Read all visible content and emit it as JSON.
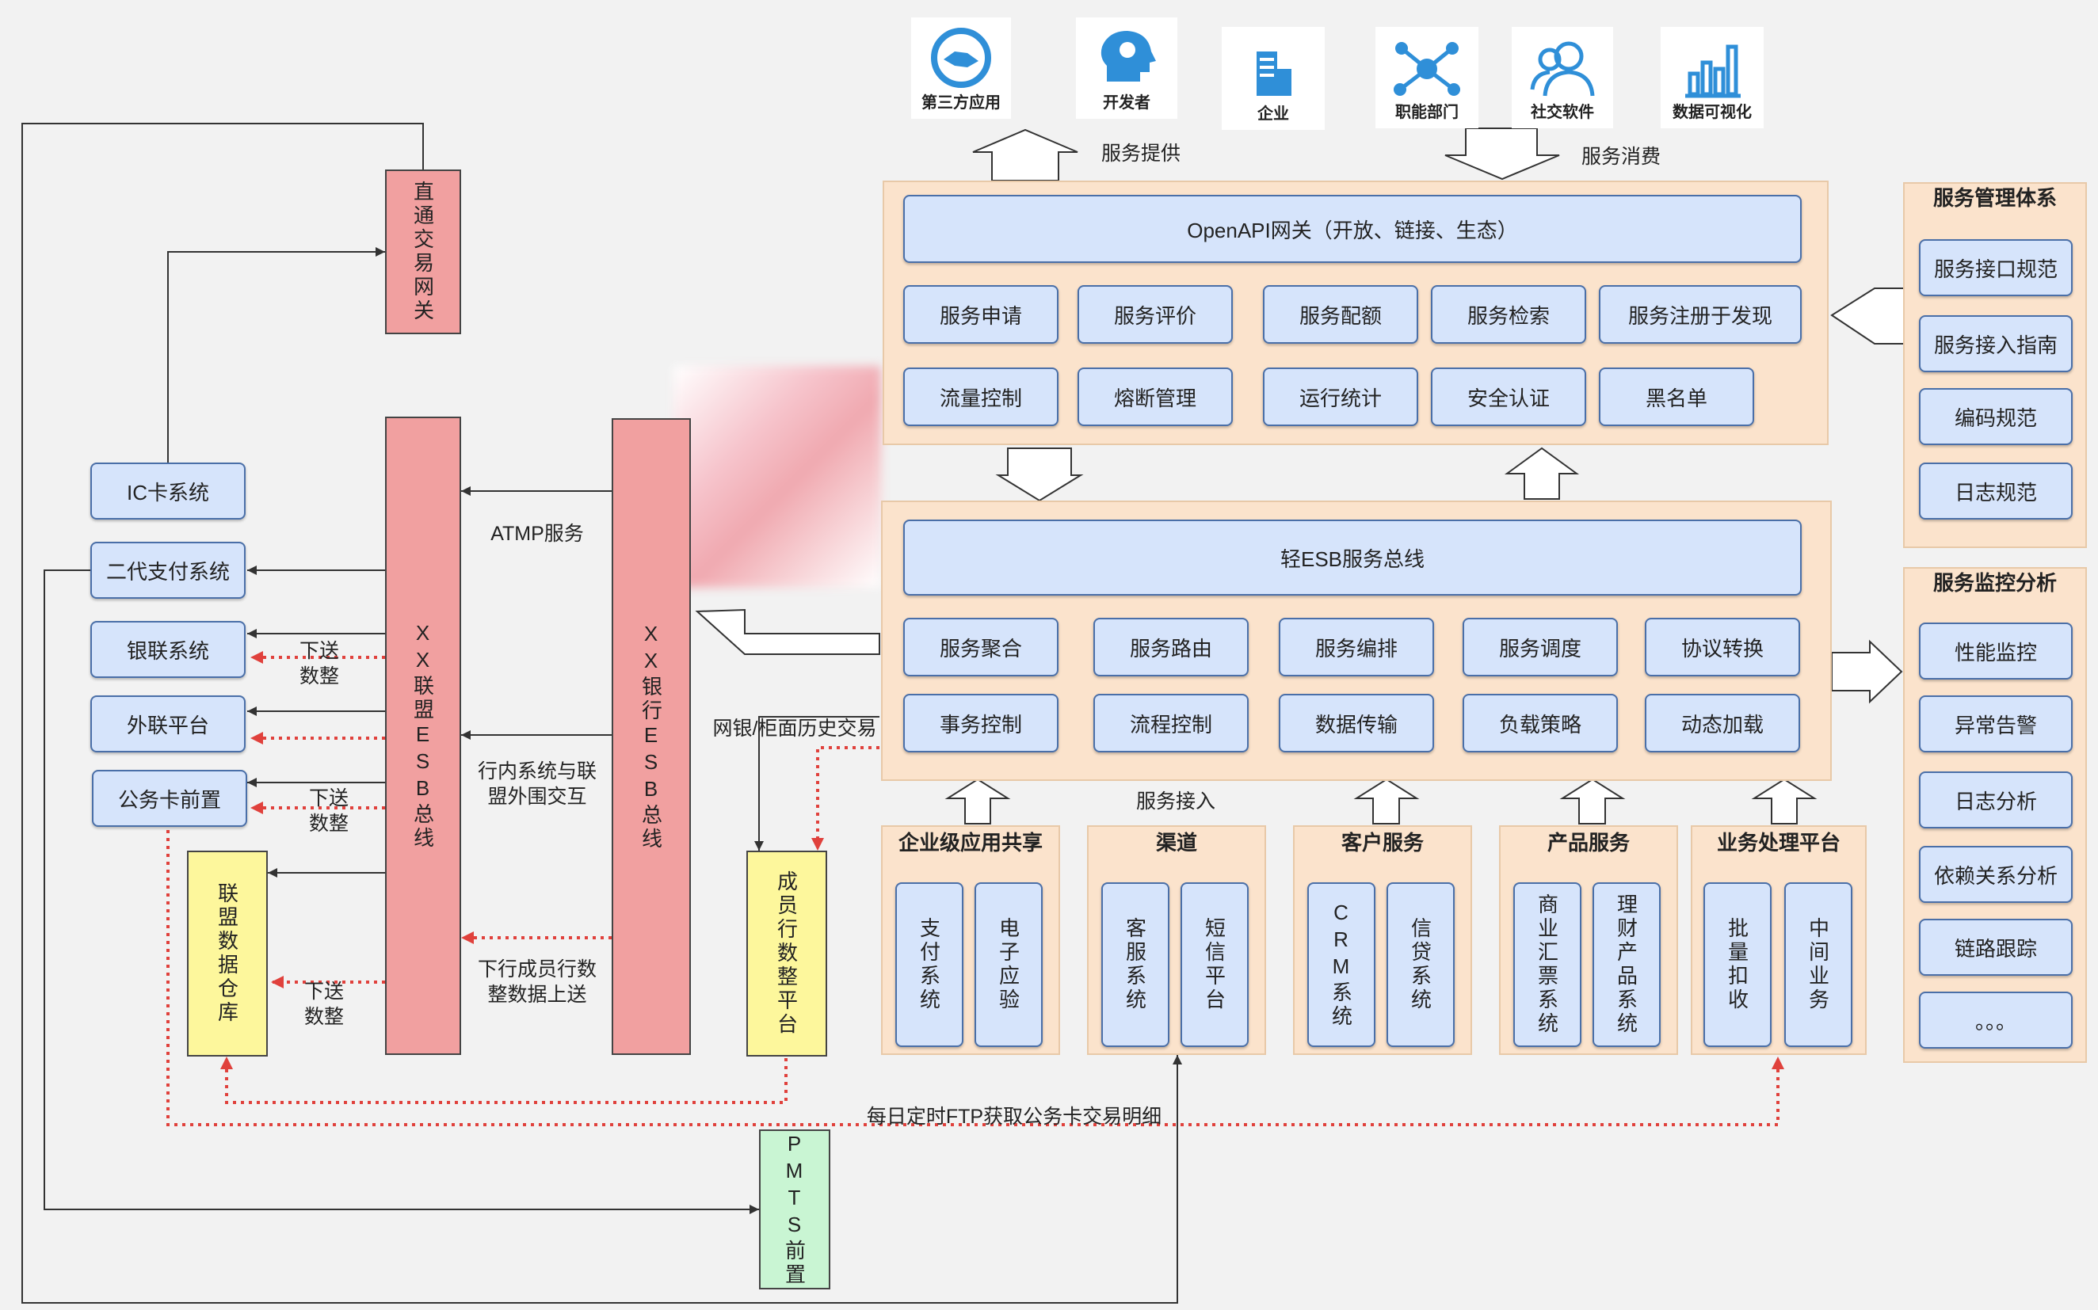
{
  "top_icons": [
    {
      "label": "第三方应用",
      "icon": "handshake-icon"
    },
    {
      "label": "开发者",
      "icon": "developer-head-gear-icon"
    },
    {
      "label": "企业",
      "icon": "building-icon"
    },
    {
      "label": "职能部门",
      "icon": "network-nodes-icon"
    },
    {
      "label": "社交软件",
      "icon": "people-icon"
    },
    {
      "label": "数据可视化",
      "icon": "bar-chart-icon"
    }
  ],
  "labels": {
    "service_provide": "服务提供",
    "service_consume": "服务消费",
    "service_access": "服务接入",
    "atmp": "ATMP服务",
    "inner_outer_1": "行内系统与联",
    "inner_outer_2": "盟外围交互",
    "upload_1": "下行成员行数",
    "upload_2": "整数据上送",
    "history": "网银/柜面历史交易",
    "ftp": "每日定时FTP获取公务卡交易明细",
    "down1a": "下送",
    "down1b": "数整",
    "down2a": "下送",
    "down2b": "数整",
    "down3a": "下送",
    "down3b": "数整"
  },
  "gateway": {
    "title": "OpenAPI网关（开放、链接、生态）",
    "row1": [
      "服务申请",
      "服务评价",
      "服务配额",
      "服务检索",
      "服务注册于发现"
    ],
    "row2": [
      "流量控制",
      "熔断管理",
      "运行统计",
      "安全认证",
      "黑名单"
    ]
  },
  "esb": {
    "title": "轻ESB服务总线",
    "row1": [
      "服务聚合",
      "服务路由",
      "服务编排",
      "服务调度",
      "协议转换"
    ],
    "row2": [
      "事务控制",
      "流程控制",
      "数据传输",
      "负载策略",
      "动态加载"
    ]
  },
  "management": {
    "title": "服务管理体系",
    "items": [
      "服务接口规范",
      "服务接入指南",
      "编码规范",
      "日志规范"
    ]
  },
  "monitoring": {
    "title": "服务监控分析",
    "items": [
      "性能监控",
      "异常告警",
      "日志分析",
      "依赖关系分析",
      "链路跟踪",
      "。。。"
    ]
  },
  "access_groups": [
    {
      "title": "企业级应用共享",
      "items": [
        "支付系统",
        "电子应验"
      ]
    },
    {
      "title": "渠道",
      "items": [
        "客服系统",
        "短信平台"
      ]
    },
    {
      "title": "客户服务",
      "items": [
        "CRM系统",
        "信贷系统"
      ]
    },
    {
      "title": "产品服务",
      "items": [
        "商业汇票系统",
        "理财产品系统"
      ]
    },
    {
      "title": "业务处理平台",
      "items": [
        "批量扣收",
        "中间业务"
      ]
    }
  ],
  "left_systems": [
    "IC卡系统",
    "二代支付系统",
    "银联系统",
    "外联平台",
    "公务卡前置"
  ],
  "direct_gateway": "直通交易网关",
  "union_esb": "XX联盟ESB总线",
  "bank_esb": "XX银行ESB总线",
  "member_platform": "成员行数整平台",
  "union_warehouse": "联盟数据仓库",
  "pmts": "PMTS前置"
}
